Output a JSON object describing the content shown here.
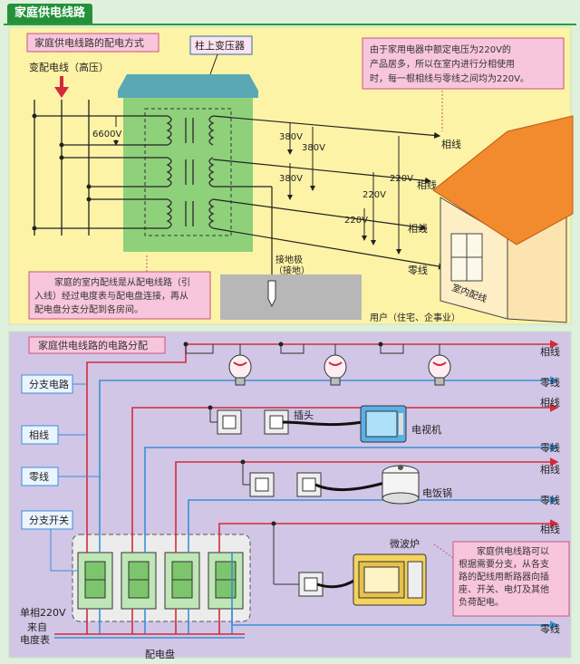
{
  "header": {
    "title": "家庭供电线路"
  },
  "panel_top": {
    "title": "家庭供电线路的配电方式",
    "transformer_label": "柱上变压器",
    "hv_label": "变配电线（高压）",
    "v6600": "6600V",
    "v380_a": "380V",
    "v380_b": "380V",
    "v380_c": "380V",
    "v220_a": "220V",
    "v220_b": "220V",
    "v220_c": "220V",
    "note_right": [
      "由于家用电器中额定电压为220V的",
      "产品居多，所以在室内进行分相使用",
      "时，每一根相线与零线之间均为220V。"
    ],
    "note_left": [
      "家庭的室内配线是从配电线路（引",
      "入线）经过电度表与配电盘连接，再从",
      "配电盘分支分配到各房间。"
    ],
    "ground_label": [
      "接地极",
      "（接地）"
    ],
    "wire_labels": [
      "相线",
      "相线",
      "相线",
      "零线"
    ],
    "house_label": "室内配线",
    "user_label": "用户（住宅、企事业）"
  },
  "panel_bottom": {
    "title": "家庭供电线路的电路分配",
    "legend": [
      "分支电路",
      "相线",
      "零线",
      "分支开关"
    ],
    "plug_label": "插头",
    "tv_label": "电视机",
    "cooker_label": "电饭锅",
    "microwave_label": "微波炉",
    "single_phase": "单相220V",
    "from_meter": [
      "来自",
      "电度表"
    ],
    "panel_label": "配电盘",
    "right_labels": [
      "相线",
      "零线",
      "相线",
      "零线",
      "相线",
      "零线",
      "相线",
      "零线"
    ],
    "note": [
      "家庭供电线路可以",
      "根据需要分支，从各支",
      "路的配线用断路器向插",
      "座、开关、电灯及其他",
      "负荷配电。"
    ]
  },
  "colors": {
    "green_header": "#24913a",
    "yellow_panel": "#fdf3a6",
    "purple_panel": "#d1c6e6",
    "red_wire": "#d42a3a",
    "blue_wire": "#3a8fd8",
    "pink_note": "#f8c6dc",
    "roof": "#f28a2e"
  }
}
